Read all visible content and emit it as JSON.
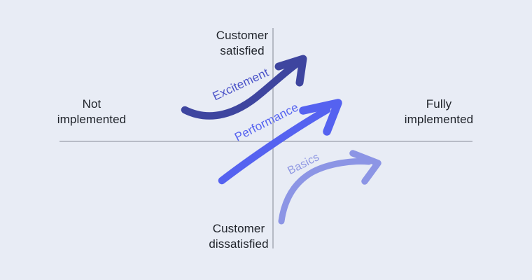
{
  "diagram": {
    "name": "kano-model-diagram",
    "background_color": "#e8ecf5",
    "axis_color": "#9aa0aa",
    "text_color": "#20242b"
  },
  "axis_labels": {
    "top": {
      "line1": "Customer",
      "line2": "satisfied"
    },
    "bottom": {
      "line1": "Customer",
      "line2": "dissatisfied"
    },
    "left": {
      "line1": "Not",
      "line2": "implemented"
    },
    "right": {
      "line1": "Fully",
      "line2": "implemented"
    }
  },
  "curves": [
    {
      "label": "Excitement",
      "color": "#3e459f",
      "label_color": "#4a52c8"
    },
    {
      "label": "Performance",
      "color": "#5562f0",
      "label_color": "#5562f0"
    },
    {
      "label": "Basics",
      "color": "#8c95e5",
      "label_color": "#8d96e2"
    }
  ]
}
